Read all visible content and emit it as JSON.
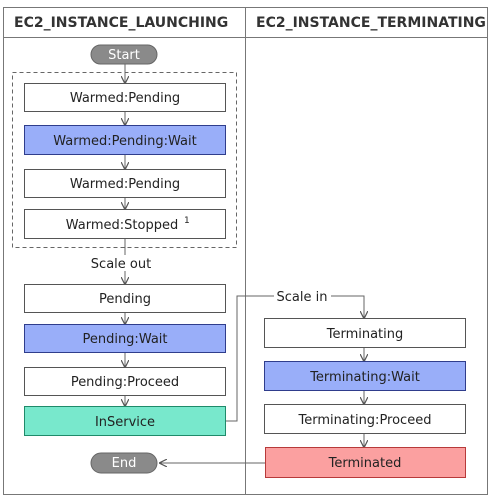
{
  "lanes": {
    "launching": "EC2_INSTANCE_LAUNCHING",
    "terminating": "EC2_INSTANCE_TERMINATING"
  },
  "nodes": {
    "start": "Start",
    "warmed_pending_1": "Warmed:Pending",
    "warmed_pending_wait": "Warmed:Pending:Wait",
    "warmed_pending_2": "Warmed:Pending",
    "warmed_stopped": "Warmed:Stopped",
    "warmed_stopped_sup": "1",
    "pending": "Pending",
    "pending_wait": "Pending:Wait",
    "pending_proceed": "Pending:Proceed",
    "inservice": "InService",
    "end": "End",
    "terminating": "Terminating",
    "terminating_wait": "Terminating:Wait",
    "terminating_proceed": "Terminating:Proceed",
    "terminated": "Terminated"
  },
  "edges": {
    "scale_out": "Scale out",
    "scale_in": "Scale in"
  },
  "colors": {
    "wait_fill": "#99aef9",
    "wait_stroke": "#2f3d8c",
    "inservice_fill": "#78e8cc",
    "inservice_stroke": "#1f8a6a",
    "terminated_fill": "#fba0a0",
    "terminated_stroke": "#b73a3a",
    "pill_fill": "#8a8a8a",
    "line": "#666666"
  }
}
